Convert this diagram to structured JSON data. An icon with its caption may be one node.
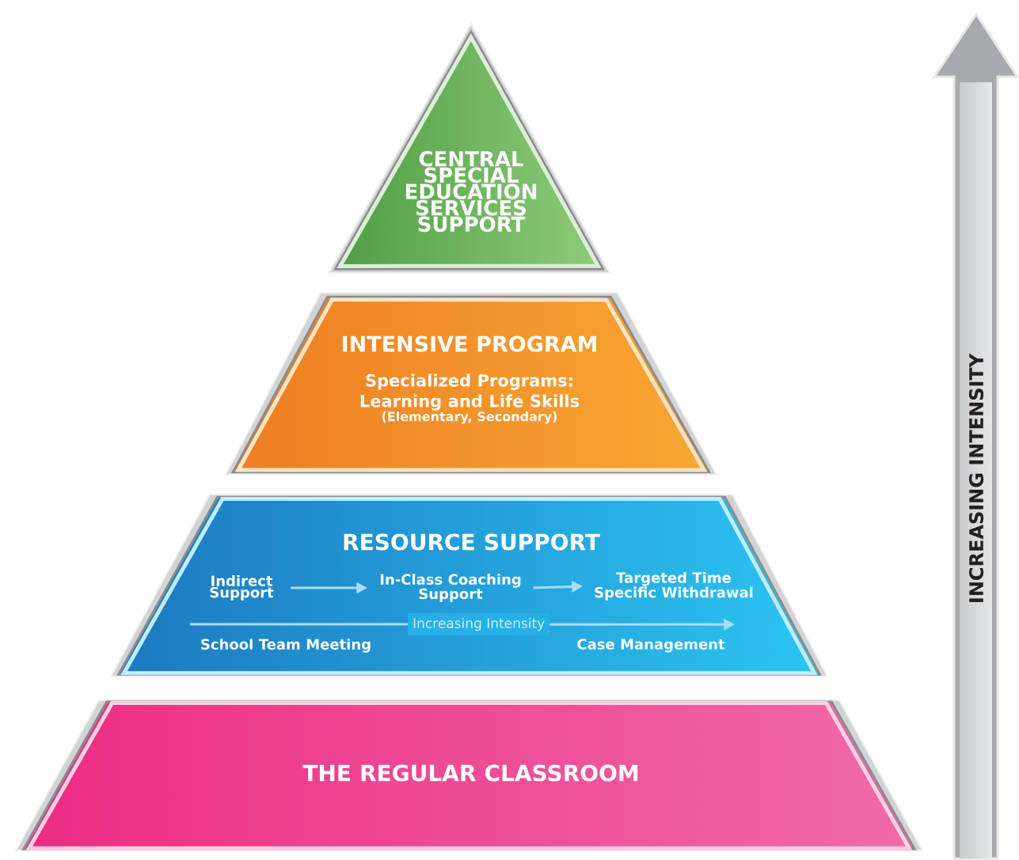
{
  "diagram": {
    "nodes": [
      {
        "text": [
          "CENTRAL SPECIAL EDUCATION SERVICES SUPPORT"
        ]
      },
      {
        "text": [
          "INTENSIVE PROGRAM",
          "Specialized Programs: Learning and Life Skills",
          "(Elementary, Secondary)"
        ]
      },
      {
        "text": [
          "RESOURCE SUPPORT"
        ]
      },
      {
        "text": [
          "Indirect Support"
        ],
        "in": 2
      },
      {
        "text": [
          "In-Class Coaching Support"
        ],
        "in": 2
      },
      {
        "text": [
          "Targeted Time Specific Withdrawal"
        ],
        "in": 2
      },
      {
        "text": [
          "School Team Meeting"
        ],
        "in": 2
      },
      {
        "text": [
          "Case Management"
        ],
        "in": 2
      },
      {
        "text": [
          "THE REGULAR CLASSROOM"
        ]
      }
    ],
    "edges": [
      {
        "from": 3,
        "to": 4,
        "arrow": "to"
      },
      {
        "from": 4,
        "to": 5,
        "arrow": "to"
      },
      {
        "from": 6,
        "to": 7,
        "arrow": "to",
        "label": "Increasing Intensity"
      }
    ],
    "labels": [
      "INCREASING INTENSITY"
    ]
  }
}
